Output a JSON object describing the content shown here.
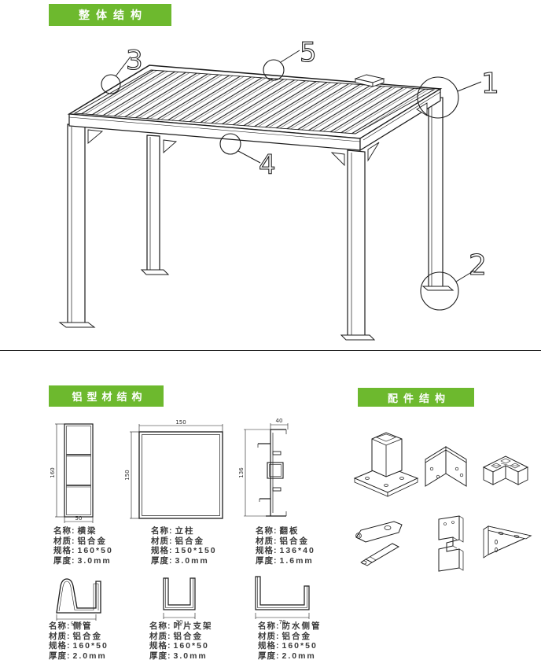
{
  "headers": {
    "overall": "整体结构",
    "profiles": "铝型材结构",
    "accessories": "配件结构"
  },
  "callouts": {
    "c1": "1",
    "c2": "2",
    "c3": "3",
    "c4": "4",
    "c5": "5"
  },
  "spec_labels": {
    "name": "名称:",
    "material": "材质:",
    "spec": "规格:",
    "thickness": "厚度:"
  },
  "profiles": [
    {
      "name": "横梁",
      "material": "铝合金",
      "spec": "160*50",
      "thickness": "3.0mm",
      "dim_left": "160",
      "dim_bottom": "50"
    },
    {
      "name": "立柱",
      "material": "铝合金",
      "spec": "150*150",
      "thickness": "3.0mm",
      "dim_top": "150",
      "dim_left": "150"
    },
    {
      "name": "翻板",
      "material": "铝合金",
      "spec": "136*40",
      "thickness": "1.6mm",
      "dim_top": "40",
      "dim_left": "136"
    },
    {
      "name": "侧管",
      "material": "铝合金",
      "spec": "160*50",
      "thickness": "2.0mm",
      "dim_bottom": "57.5"
    },
    {
      "name": "叶片支架",
      "material": "铝合金",
      "spec": "160*50",
      "thickness": "3.0mm",
      "dim_bottom": "30"
    },
    {
      "name": "防水侧管",
      "material": "铝合金",
      "spec": "160*50",
      "thickness": "2.0mm",
      "dim_bottom": "70"
    }
  ],
  "accessory_icons": [
    "foot-mount",
    "corner-bracket",
    "corner-connector",
    "crank-handle",
    "channel-clip",
    "gusset-plate"
  ],
  "colors": {
    "accent_green": "#6db92e",
    "line": "#1c1c1c",
    "background": "#ffffff"
  }
}
